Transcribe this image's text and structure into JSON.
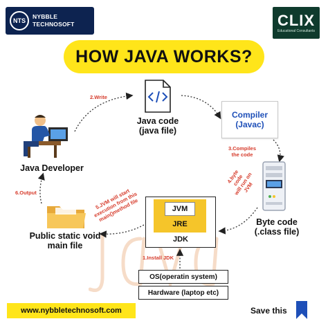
{
  "brand": {
    "nts_logo_text": "NTS",
    "nts_name_line1": "NYBBLE",
    "nts_name_line2": "TECHNOSOFT",
    "clix_word": "CLIX",
    "clix_sub": "Educational Consultants"
  },
  "title": "HOW JAVA WORKS?",
  "nodes": {
    "java_code_line1": "Java code",
    "java_code_line2": "(java file)",
    "compiler_line1": "Compiler",
    "compiler_line2": "(Javac)",
    "developer": "Java Developer",
    "byte_code_line1": "Byte code",
    "byte_code_line2": "(.class file)",
    "main_file_line1": "Public static void",
    "main_file_line2": "main file",
    "jvm": "JVM",
    "jre": "JRE",
    "jdk": "JDK",
    "os": "OS(operatin system)",
    "hardware": "Hardware (laptop etc)"
  },
  "steps": {
    "s1": "1.Install JDK",
    "s2": "2.Write",
    "s3_line1": "3.Compiles",
    "s3_line2": "the code",
    "s4_line1": "4.byte",
    "s4_line2": "code",
    "s4_line3": "will run on",
    "s4_line4": "JVM",
    "s5_line1": "5.JVM will start",
    "s5_line2": "execution from this",
    "s5_line3": "main()method file",
    "s6": "6.Output"
  },
  "footer": {
    "website": "www.nybbletechnosoft.com",
    "save": "Save this"
  },
  "icons": [
    "code-file-icon",
    "developer-icon",
    "server-icon",
    "folder-icon",
    "bookmark-icon",
    "java-watermark-icon"
  ],
  "colors": {
    "accent_yellow": "#ffe51a",
    "step_red": "#d63b2b",
    "compiler_blue": "#1e4fb8",
    "navy": "#0d2350",
    "clix_green": "#0f3b2d"
  }
}
